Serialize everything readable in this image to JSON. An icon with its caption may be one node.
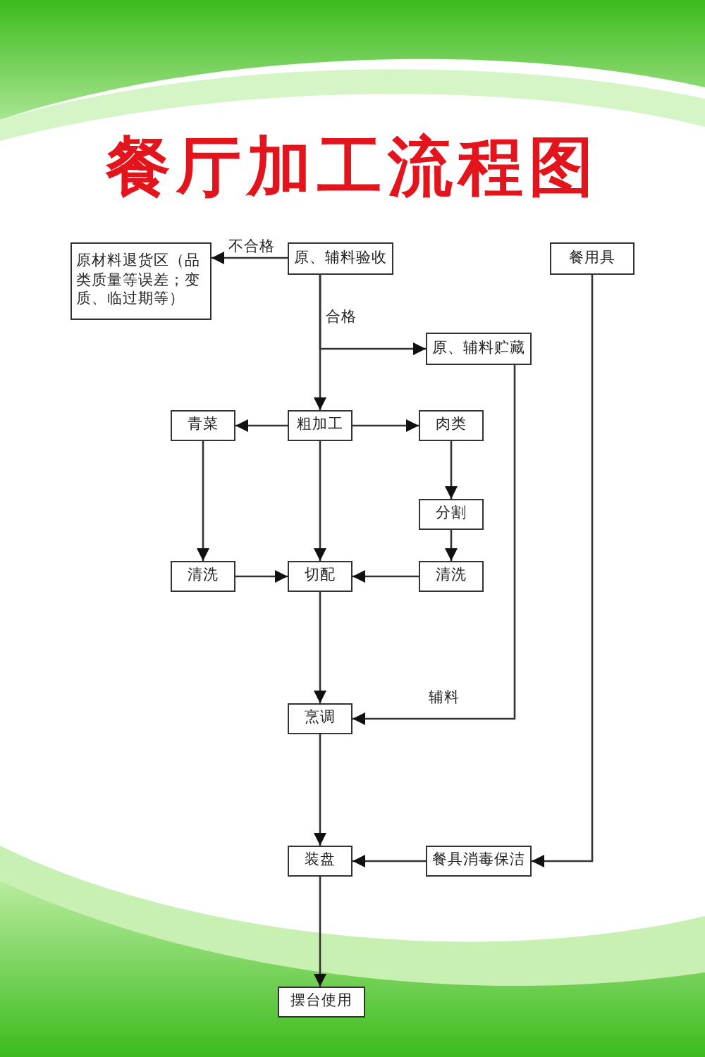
{
  "diagram": {
    "title": "餐厅加工流程图",
    "nodes": [
      {
        "text": [
          "原、辅料验收"
        ]
      },
      {
        "text": [
          "原材料退货区（品类质量等误差；变质、临过期等）"
        ]
      },
      {
        "text": [
          "餐用具"
        ]
      },
      {
        "text": [
          "原、辅料贮藏"
        ]
      },
      {
        "text": [
          "青菜"
        ]
      },
      {
        "text": [
          "粗加工"
        ]
      },
      {
        "text": [
          "肉类"
        ]
      },
      {
        "text": [
          "分割"
        ]
      },
      {
        "text": [
          "清洗"
        ]
      },
      {
        "text": [
          "切配"
        ]
      },
      {
        "text": [
          "清洗"
        ]
      },
      {
        "text": [
          "烹调"
        ]
      },
      {
        "text": [
          "装盘"
        ]
      },
      {
        "text": [
          "餐具消毒保洁"
        ]
      },
      {
        "text": [
          "摆台使用"
        ]
      }
    ],
    "edges": [
      {
        "from": 0,
        "to": 1,
        "arrow": "to",
        "label": "不合格"
      },
      {
        "from": 0,
        "to": 5,
        "arrow": "to",
        "label": "合格"
      },
      {
        "from": 0,
        "to": 3,
        "arrow": "to"
      },
      {
        "from": 5,
        "to": 4,
        "arrow": "to"
      },
      {
        "from": 5,
        "to": 6,
        "arrow": "to"
      },
      {
        "from": 5,
        "to": 9,
        "arrow": "to"
      },
      {
        "from": 4,
        "to": 8,
        "arrow": "to"
      },
      {
        "from": 6,
        "to": 7,
        "arrow": "to"
      },
      {
        "from": 7,
        "to": 10,
        "arrow": "to"
      },
      {
        "from": 8,
        "to": 9,
        "arrow": "to"
      },
      {
        "from": 10,
        "to": 9,
        "arrow": "to"
      },
      {
        "from": 9,
        "to": 11,
        "arrow": "to"
      },
      {
        "from": 3,
        "to": 11,
        "arrow": "to",
        "label": "辅料"
      },
      {
        "from": 11,
        "to": 12,
        "arrow": "to"
      },
      {
        "from": 2,
        "to": 13,
        "arrow": "to"
      },
      {
        "from": 13,
        "to": 12,
        "arrow": "to"
      },
      {
        "from": 12,
        "to": 14,
        "arrow": "to"
      }
    ]
  }
}
